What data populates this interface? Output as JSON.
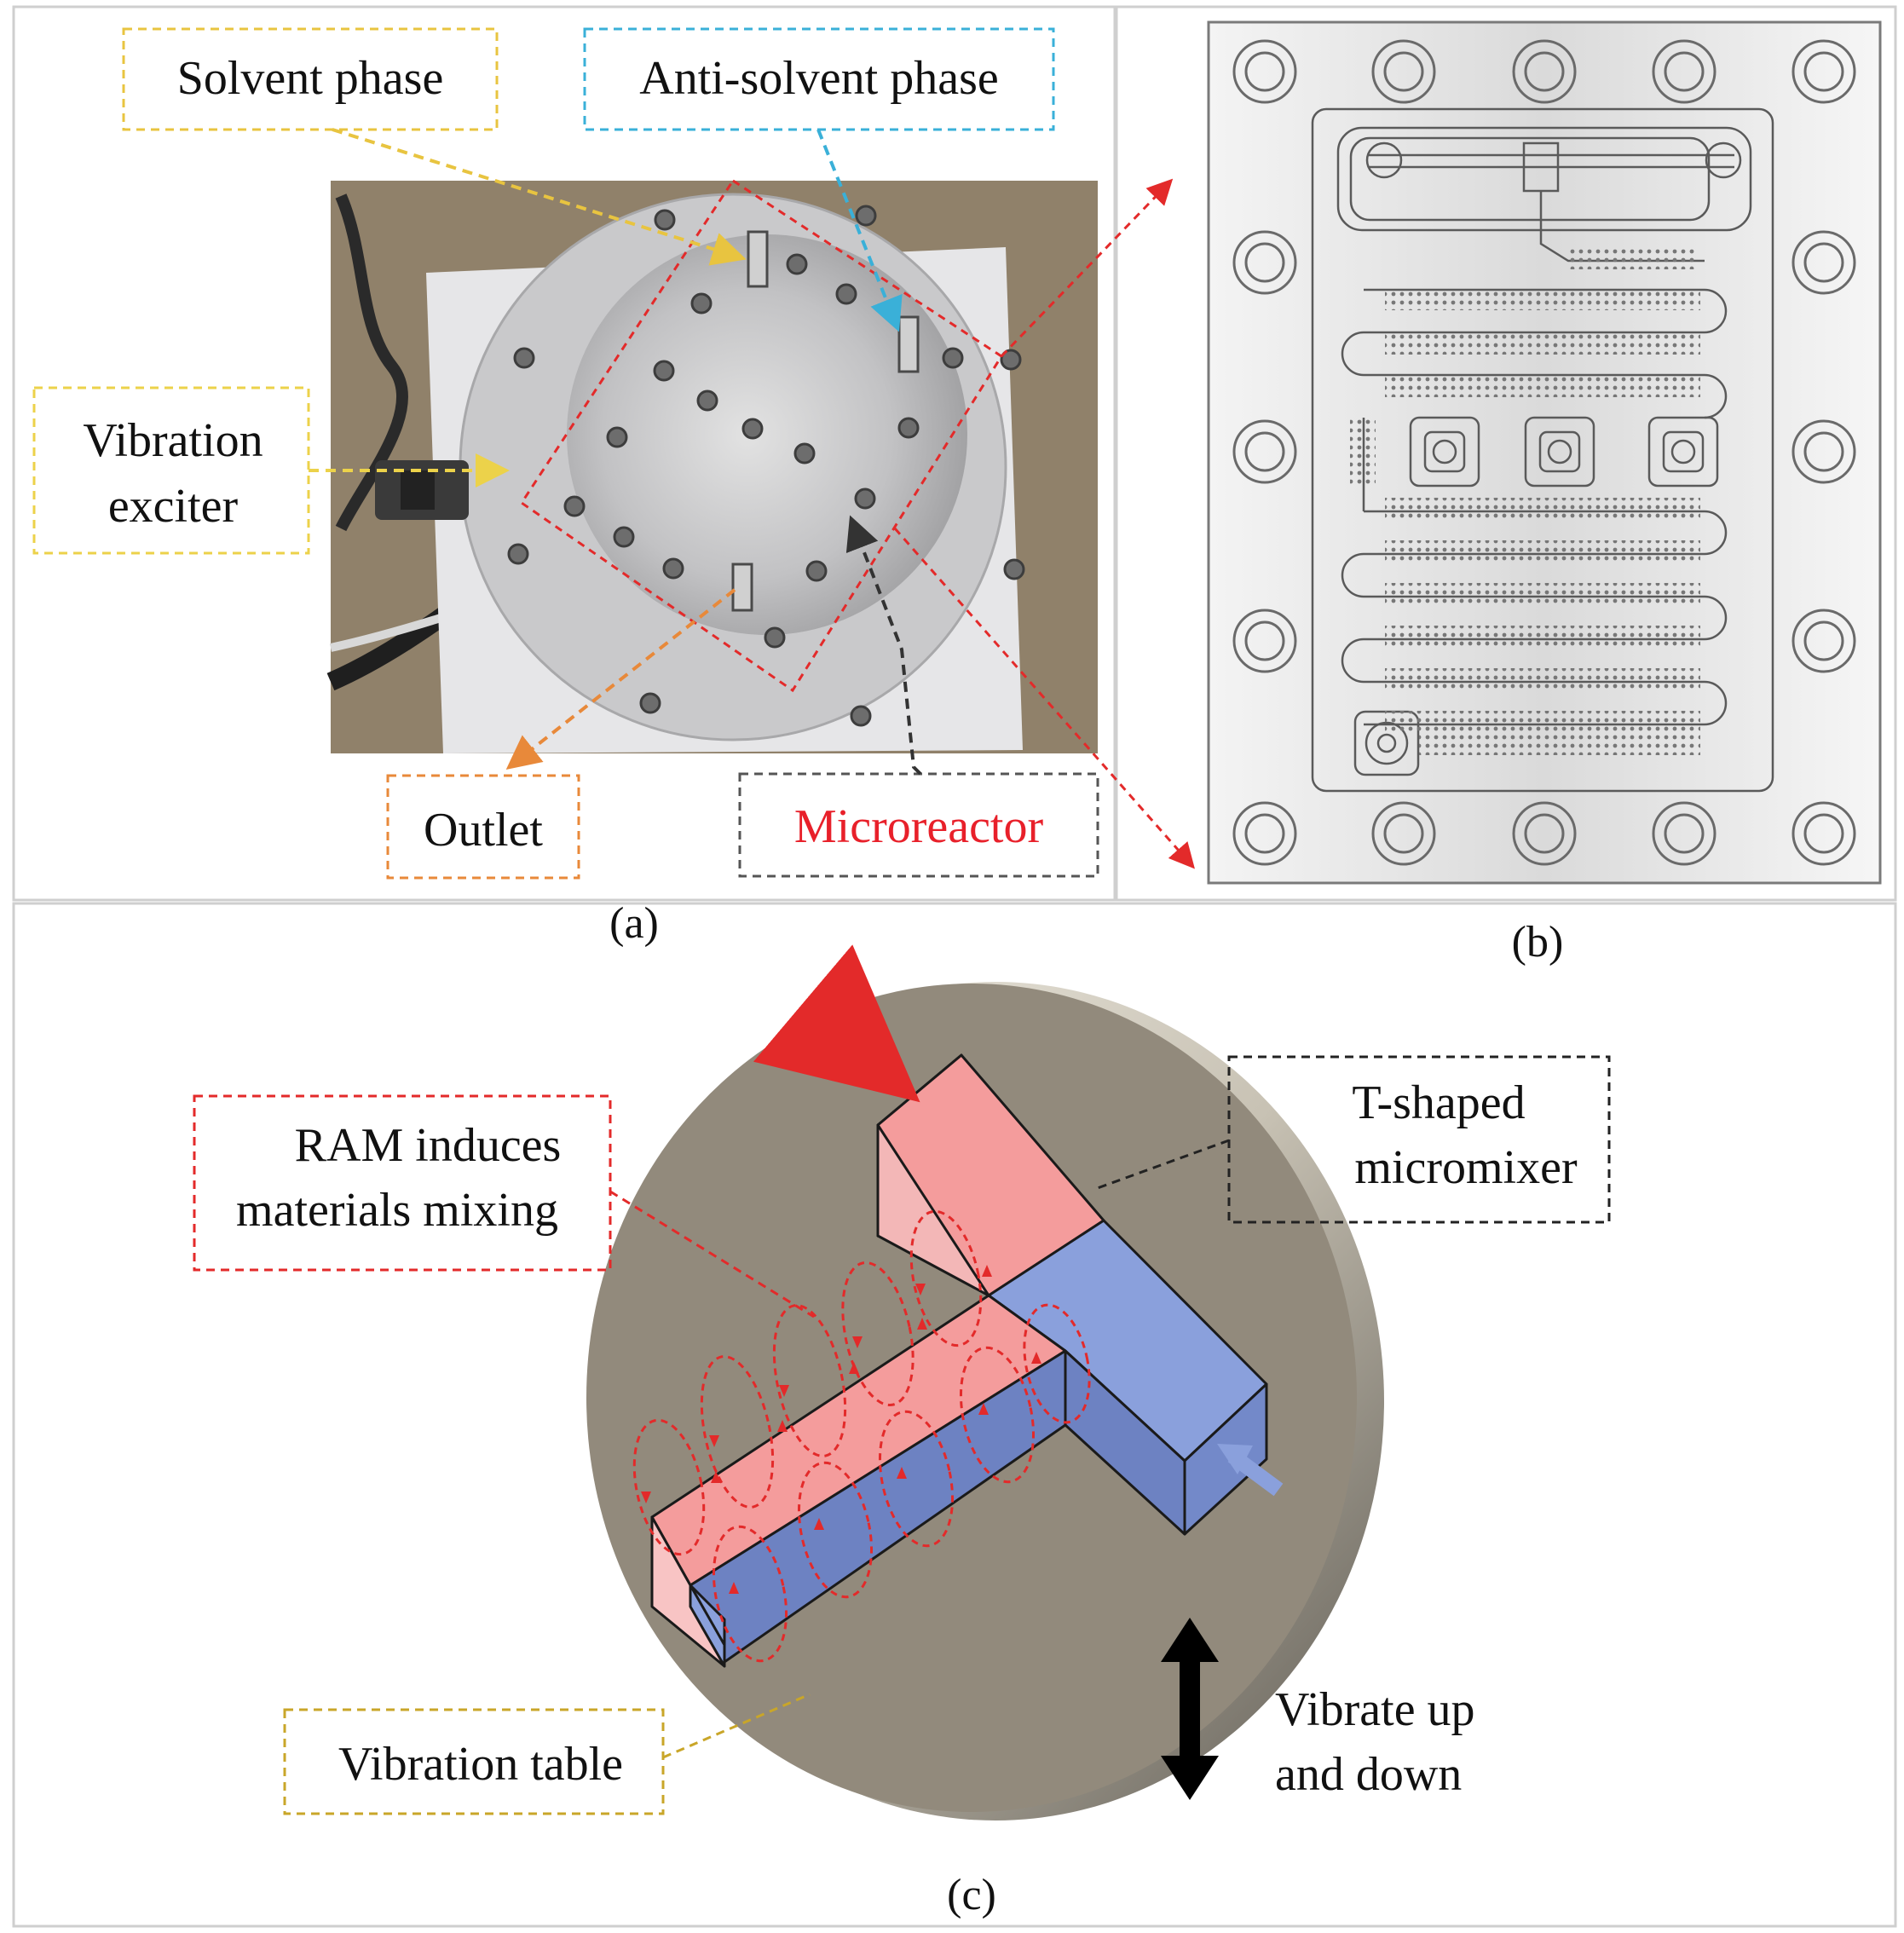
{
  "panel_a": {
    "label": "(a)",
    "solvent_phase": "Solvent phase",
    "anti_solvent_phase": "Anti-solvent phase",
    "vibration_exciter": [
      "Vibration",
      "exciter"
    ],
    "outlet": "Outlet",
    "microreactor": "Microreactor"
  },
  "panel_b": {
    "label": "(b)"
  },
  "panel_c": {
    "label": "(c)",
    "ram_mixing": [
      "RAM induces",
      "materials mixing"
    ],
    "t_shaped": [
      "T-shaped",
      "micromixer"
    ],
    "vibration_table": "Vibration table",
    "vibrate": [
      "Vibrate up",
      "and down"
    ]
  },
  "colors": {
    "solvent": "#e8c440",
    "anti_solvent": "#3ab0d8",
    "exciter": "#ecd24a",
    "outlet": "#e8893a",
    "microreactor_text": "#e8202a",
    "microreactor_box": "#555555",
    "ram": "#e32a2a",
    "table": "#c9a629",
    "fluid_pink": "#f49c9c",
    "fluid_blue": "#8aa0dc",
    "disc": "#928a7c"
  }
}
